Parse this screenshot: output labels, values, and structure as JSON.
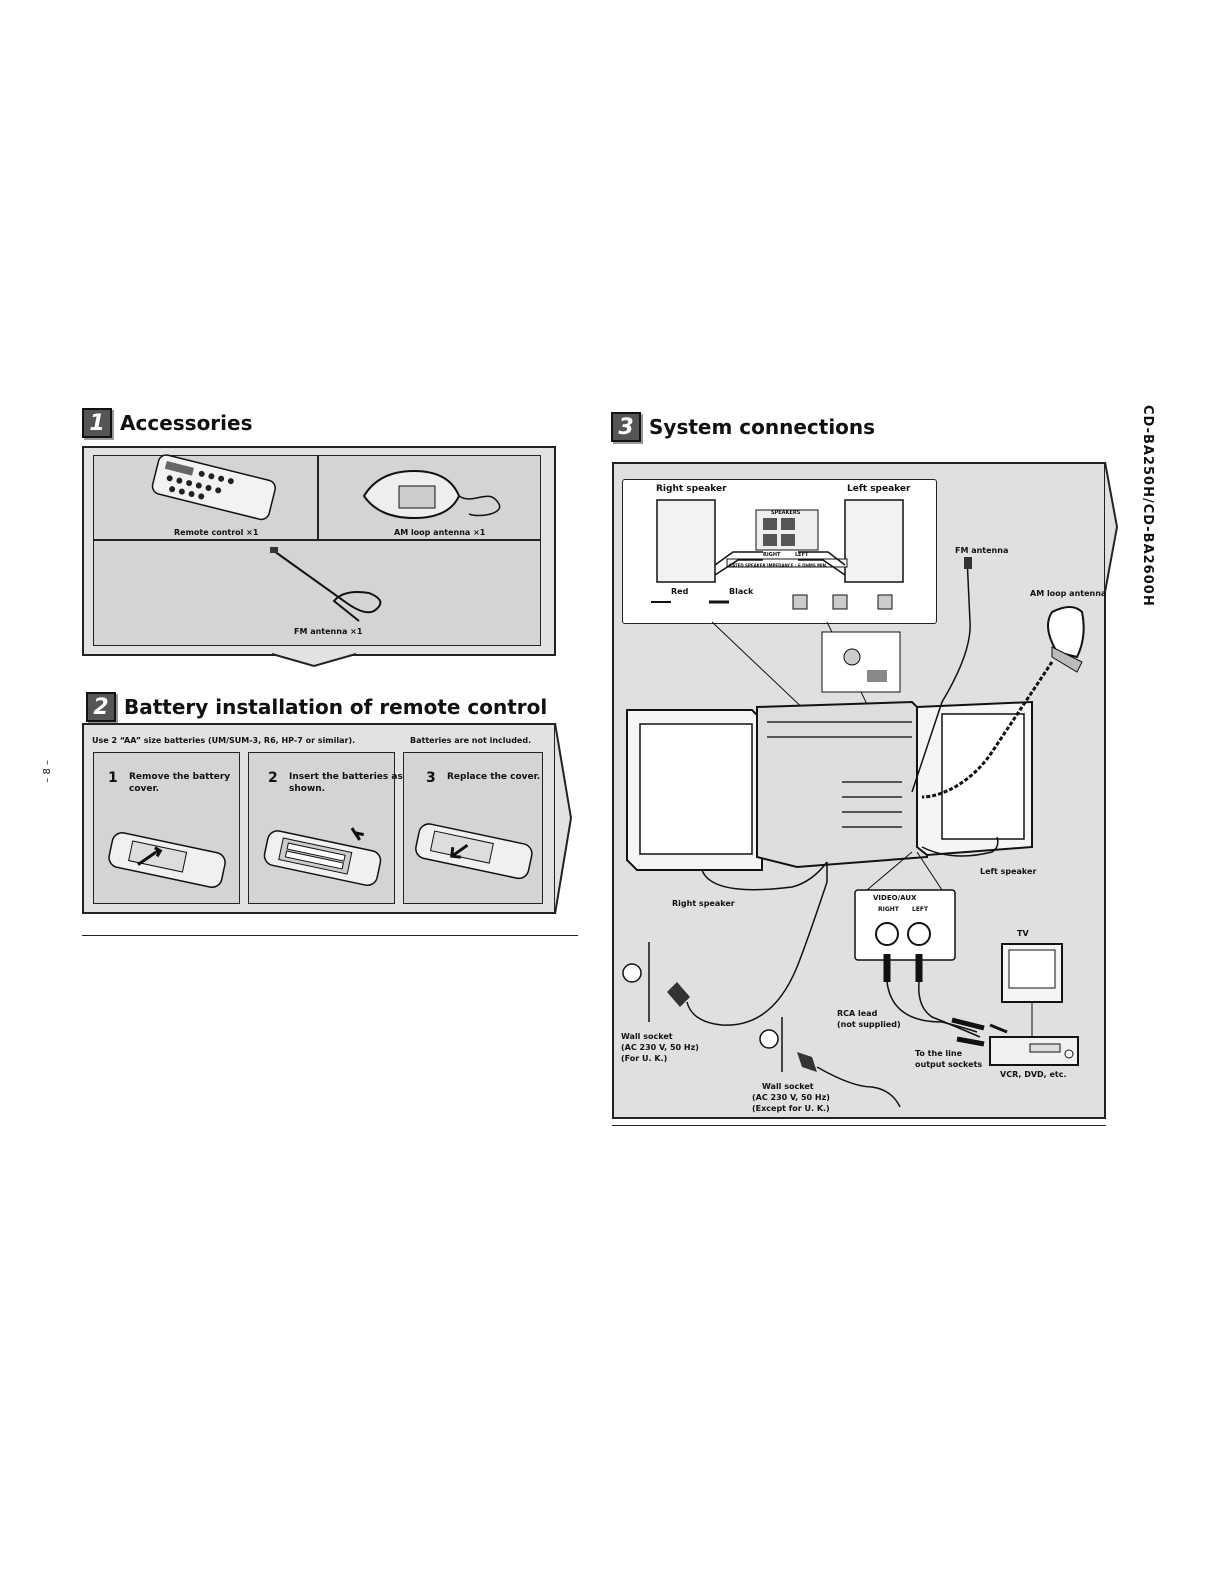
{
  "side_title": "CD-BA250H/CD-BA2600H",
  "page_number": "– 8 –",
  "accessories": {
    "num": "1",
    "title": "Accessories",
    "items": [
      "Remote control ×1",
      "AM loop antenna ×1",
      "FM antenna ×1"
    ]
  },
  "battery": {
    "num": "2",
    "title": "Battery installation of remote control",
    "note_left": "Use 2 “AA” size batteries (UM/SUM-3, R6, HP-7 or similar).",
    "note_right": "Batteries are not included.",
    "steps": [
      {
        "num": "1",
        "text": "Remove the battery cover."
      },
      {
        "num": "2",
        "text": "Insert the batteries as shown."
      },
      {
        "num": "3",
        "text": "Replace the cover."
      }
    ]
  },
  "system": {
    "num": "3",
    "title": "System connections",
    "labels": {
      "right_speaker_top": "Right speaker",
      "left_speaker_top": "Left speaker",
      "red": "Red",
      "black": "Black",
      "fm_antenna": "FM antenna",
      "am_loop_antenna": "AM loop antenna",
      "left_speaker": "Left speaker",
      "right_speaker": "Right speaker",
      "tv": "TV",
      "rca_lead": "RCA lead",
      "not_supplied": "(not supplied)",
      "to_line": "To the line",
      "output_sockets": "output sockets",
      "vcr": "VCR, DVD, etc.",
      "wall_uk_1": "Wall socket",
      "wall_uk_2": "(AC 230 V, 50 Hz)",
      "wall_uk_3": "(For U. K.)",
      "wall_ex_1": "Wall socket",
      "wall_ex_2": "(AC 230 V, 50 Hz)",
      "wall_ex_3": "(Except for U. K.)",
      "video_aux": "VIDEO/AUX",
      "jack_right": "RIGHT",
      "jack_left": "LEFT",
      "speakers_panel": "SPEAKERS",
      "panel_right": "RIGHT",
      "panel_left": "LEFT",
      "impedance": "RATED SPEAKER IMPEDANCE : 6 OHMS MIN."
    }
  }
}
